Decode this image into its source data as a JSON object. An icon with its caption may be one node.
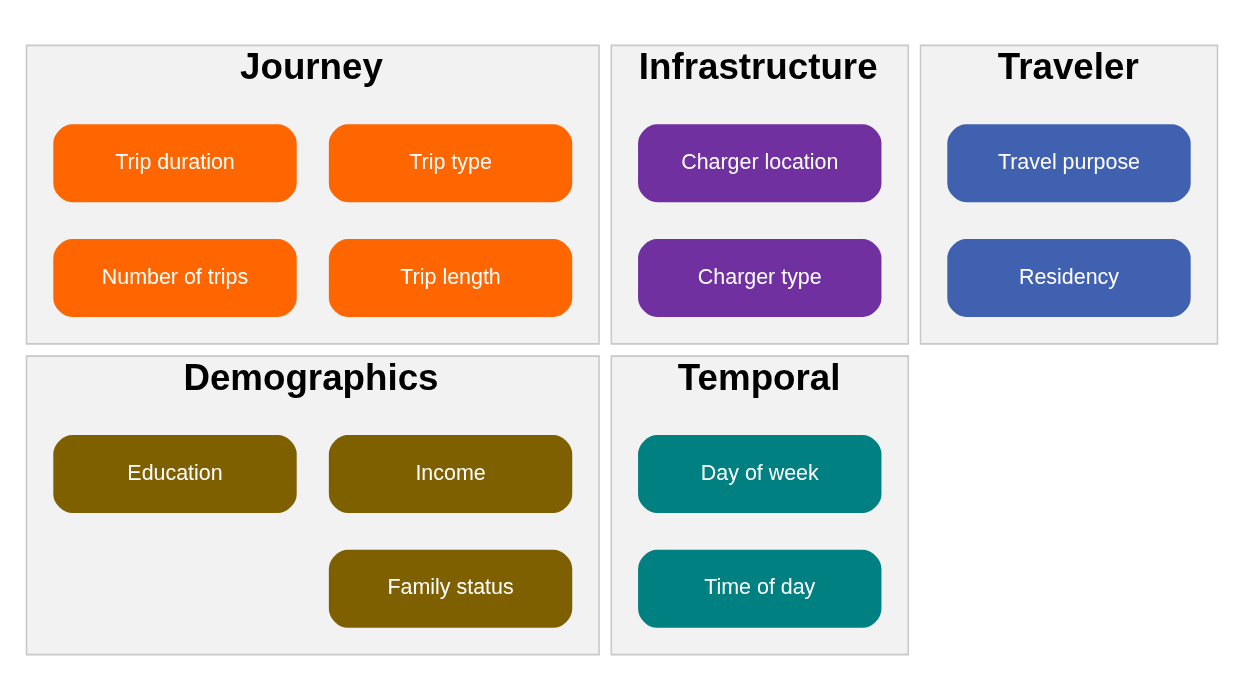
{
  "diagram": {
    "nodes": [
      {
        "text": [
          "Journey"
        ]
      },
      {
        "text": [
          "Trip type"
        ],
        "in": 0
      },
      {
        "text": [
          "Trip duration"
        ],
        "in": 0
      },
      {
        "text": [
          "Trip length"
        ],
        "in": 0
      },
      {
        "text": [
          "Number of trips"
        ],
        "in": 0
      },
      {
        "text": [
          "Infrastructure"
        ]
      },
      {
        "text": [
          "Charger location"
        ],
        "in": 5
      },
      {
        "text": [
          "Charger type"
        ],
        "in": 5
      },
      {
        "text": [
          "Traveler"
        ]
      },
      {
        "text": [
          "Travel purpose"
        ],
        "in": 8
      },
      {
        "text": [
          "Residency"
        ],
        "in": 8
      },
      {
        "text": [
          "Demographics"
        ]
      },
      {
        "text": [
          "Income"
        ],
        "in": 11
      },
      {
        "text": [
          "Education"
        ],
        "in": 11
      },
      {
        "text": [
          "Family status"
        ],
        "in": 11
      },
      {
        "text": [
          "Temporal"
        ]
      },
      {
        "text": [
          "Day of week"
        ],
        "in": 15
      },
      {
        "text": [
          "Time of day"
        ],
        "in": 15
      }
    ],
    "edges": []
  }
}
